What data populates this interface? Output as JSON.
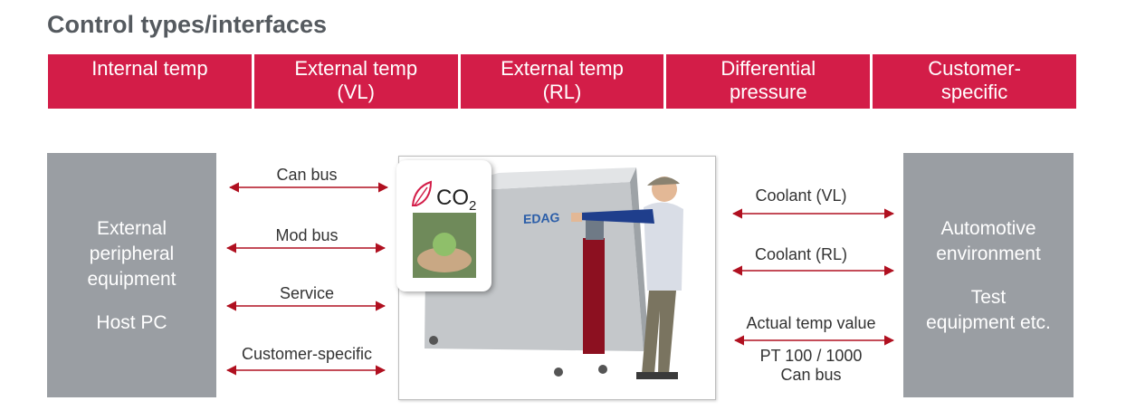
{
  "title": "Control types/interfaces",
  "tabs": [
    "Internal temp",
    "External temp\n(VL)",
    "External temp\n(RL)",
    "Differential\npressure",
    "Customer-\nspecific"
  ],
  "left_box": {
    "line1": "External",
    "line2": "peripheral",
    "line3": "equipment",
    "line4": "Host PC"
  },
  "right_box": {
    "line1": "Automotive",
    "line2": "environment",
    "line3": "Test",
    "line4": "equipment etc."
  },
  "left_links": [
    "Can bus",
    "Mod bus",
    "Service",
    "Customer-specific"
  ],
  "right_links": {
    "coolant_vl": "Coolant (VL)",
    "coolant_rl": "Coolant (RL)",
    "actual_temp": "Actual temp value",
    "pt": "PT 100 / 1000",
    "can": "Can bus"
  },
  "co2": {
    "main": "CO",
    "sub": "2"
  },
  "logo": "EDAG",
  "colors": {
    "accent": "#d31d48",
    "box": "#9a9ea3",
    "arrow": "#b01020"
  }
}
